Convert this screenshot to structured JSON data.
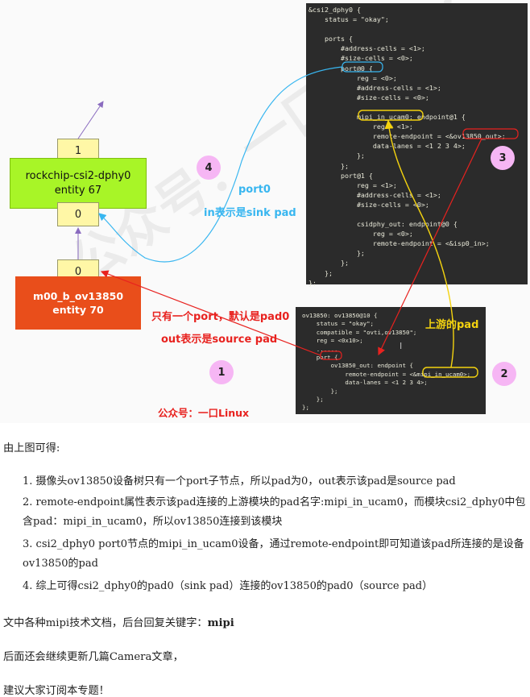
{
  "diagram": {
    "code_top": [
      "&csi2_dphy0 {",
      "    status = \"okay\";",
      "",
      "    ports {",
      "        #address-cells = <1>;",
      "        #size-cells = <0>;",
      "        port@0 {",
      "            reg = <0>;",
      "            #address-cells = <1>;",
      "            #size-cells = <0>;",
      "",
      "            mipi_in_ucam0: endpoint@1 {",
      "                reg = <1>;",
      "                remote-endpoint = <&ov13850_out>;",
      "                data-lanes = <1 2 3 4>;",
      "            };",
      "        };",
      "        port@1 {",
      "            reg = <1>;",
      "            #address-cells = <1>;",
      "            #size-cells = <0>;",
      "",
      "            csidphy_out: endpoint@0 {",
      "                reg = <0>;",
      "                remote-endpoint = <&isp0_in>;",
      "            };",
      "        };",
      "    };",
      "};"
    ],
    "code_bottom": [
      "ov13850: ov13850@10 {",
      "    status = \"okay\";",
      "    compatible = \"ovti,ov13850\";",
      "    reg = <0x10>;",
      "    ......",
      "    port {",
      "        ov13850_out: endpoint {",
      "            remote-endpoint = <&mipi_in_ucam0>;",
      "            data-lanes = <1 2 3 4>;",
      "        };",
      "    };",
      "};"
    ],
    "dphy_pad_top": "1",
    "dphy_label": "rockchip-csi2-dphy0",
    "dphy_entity": "entity 67",
    "dphy_pad_bottom": "0",
    "sensor_pad": "0",
    "sensor_label": "m00_b_ov13850",
    "sensor_entity": "entity 70",
    "port0_label": "port0",
    "sink_pad_label": "in表示是sink pad",
    "only_one_port": "只有一个port，默认是pad0",
    "out_source_label": "out表示是source pad",
    "upstream_pad_label": "上游的pad",
    "official_account": "公众号：一口Linux",
    "watermark": "公众号：一口Linux",
    "cursor_glyph": "I",
    "markers": {
      "m1": "1",
      "m2": "2",
      "m3": "3",
      "m4": "4"
    }
  },
  "article": {
    "intro": "由上图可得:",
    "items": [
      "1. 摄像头ov13850设备树只有一个port子节点，所以pad为0，out表示该pad是source pad",
      "2. remote-endpoint属性表示该pad连接的上游模块的pad名字:mipi_in_ucam0，而模块csi2_dphy0中包含pad：mipi_in_ucam0，所以ov13850连接到该模块",
      "3. csi2_dphy0 port0节点的mipi_in_ucam0设备，通过remote-endpoint即可知道该pad所连接的是设备ov13850的pad",
      "4. 综上可得csi2_dphy0的pad0（sink pad）连接的ov13850的pad0（source pad）"
    ],
    "para1_prefix": "文中各种mipi技术文档，后台回复关键字：",
    "para1_keyword": "mipi",
    "para2": "后面还会继续更新几篇Camera文章，",
    "para3": "建议大家订阅本专题！"
  },
  "colors": {
    "red": "#e8221f",
    "blue": "#38b6f0",
    "yellow": "#f3d20f",
    "green": "#a8f527",
    "orange": "#e94e1b"
  }
}
